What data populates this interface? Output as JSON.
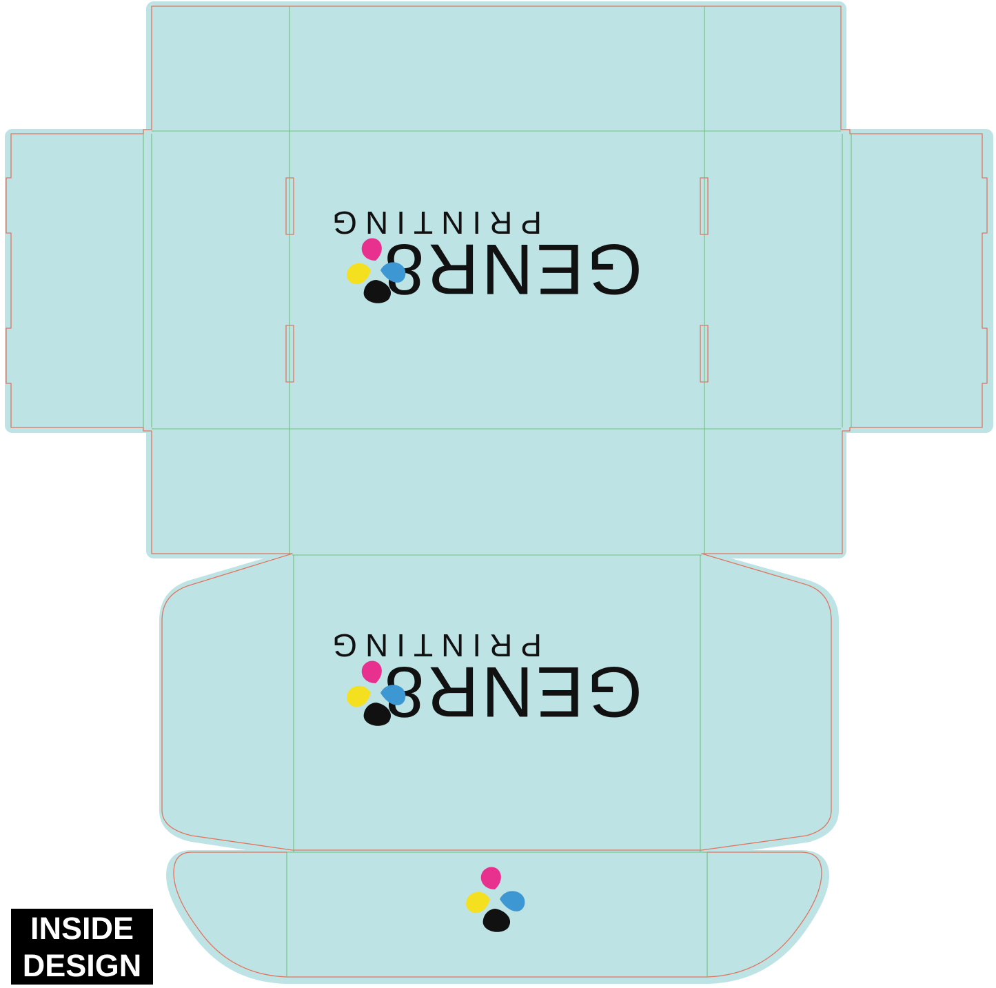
{
  "brand": {
    "name": "GENR8",
    "tagline": "PRINTING",
    "orientation": "rotated-180",
    "colors": {
      "cyan": "#3d97d3",
      "magenta": "#e8318f",
      "yellow": "#f5e020",
      "black": "#111111"
    }
  },
  "label": {
    "line1": "INSIDE",
    "line2": "DESIGN"
  },
  "colors": {
    "board": "#bde3e5",
    "cut_line": "#e2735c",
    "crease_line": "#6cc07a",
    "label_bg": "#000000",
    "label_text": "#ffffff"
  },
  "logos": [
    {
      "panel": "base-panel",
      "with_text": true
    },
    {
      "panel": "lid-panel",
      "with_text": true
    },
    {
      "panel": "front-tuck-panel",
      "with_text": false
    }
  ]
}
